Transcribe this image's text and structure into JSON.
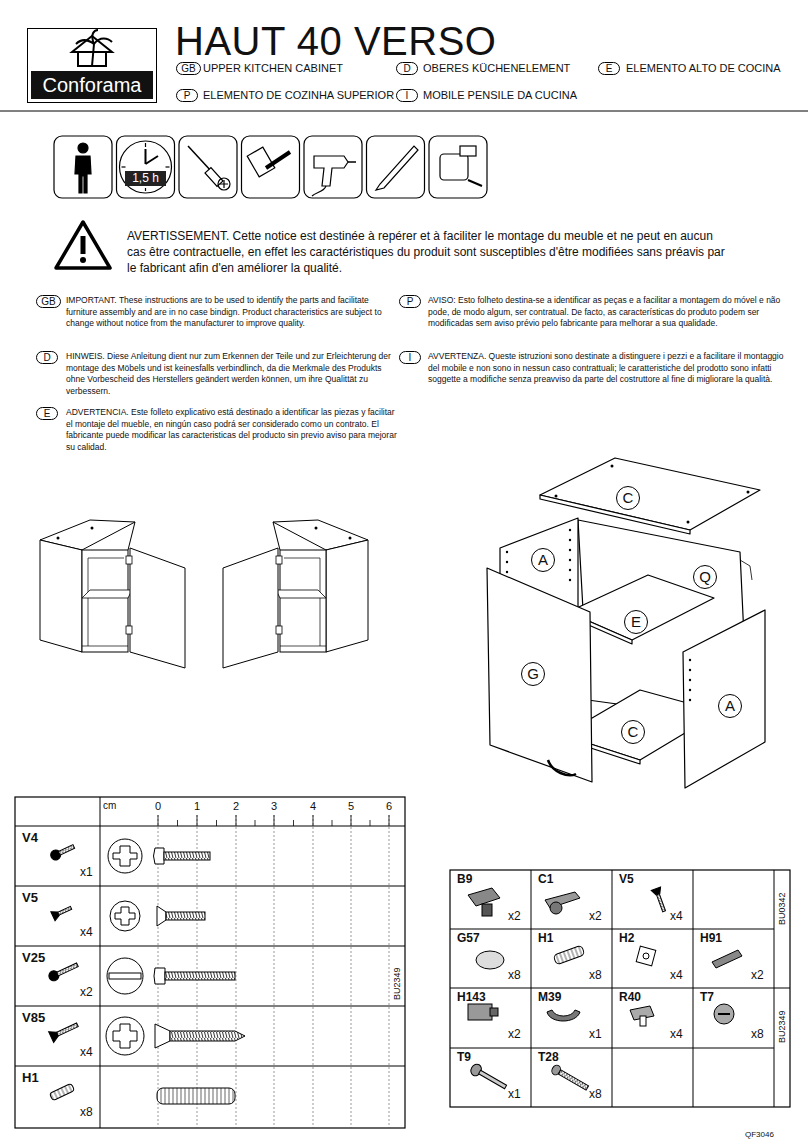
{
  "diagram": {
    "title": "HAUT 40 VERSO",
    "nodes": [
      {
        "text": [
          "Conforama"
        ]
      },
      {
        "text": [
          "GB"
        ]
      },
      {
        "text": [
          "D"
        ]
      },
      {
        "text": [
          "E"
        ]
      },
      {
        "text": [
          "P"
        ]
      },
      {
        "text": [
          "I"
        ]
      },
      {
        "text": [
          "GB"
        ]
      },
      {
        "text": [
          "P"
        ]
      },
      {
        "text": [
          "D"
        ]
      },
      {
        "text": [
          "I"
        ]
      },
      {
        "text": [
          "E"
        ]
      },
      {
        "text": [
          "1,5 h"
        ]
      },
      {
        "text": [
          "C"
        ]
      },
      {
        "text": [
          "A"
        ]
      },
      {
        "text": [
          "Q"
        ]
      },
      {
        "text": [
          "E"
        ]
      },
      {
        "text": [
          "G"
        ]
      },
      {
        "text": [
          "A"
        ]
      },
      {
        "text": [
          "C"
        ]
      }
    ],
    "labels": [
      "UPPER KITCHEN CABINET",
      "OBERES KÜCHENELEMENT",
      "ELEMENTO ALTO DE COCINA",
      "ELEMENTO DE COZINHA SUPERIOR",
      "MOBILE PENSILE DA CUCINA",
      "AVERTISSEMENT. Cette notice est destinée à repérer et à faciliter le montage du meuble et ne peut en aucun cas être contractuelle, en effet les caractéristiques du produit sont susceptibles d'être modifiées sans préavis par le fabricant afin d'en améliorer la qualité.",
      "IMPORTANT. These instructions are to be used to identify the parts and facilitate furniture assembly and are in no case bindign. Product characteristics are subject to change without notice from the manufacturer to improve quality.",
      "AVISO: Esto folheto destina-se a identificar as peças e a facilitar a montagem do móvel e não pode, de modo algum, ser contratual. De facto, as características do produto podem ser modificadas sem aviso prévio pelo fabricante para melhorar a sua qualidade.",
      "HINWEIS. Diese Anleitung dient nur zum Erkennen der Teile und zur Erleichterung der montage des Möbels und ist keinesfalls verbindlinch, da die Merkmale des Produkts ohne Vorbescheid des Herstellers geändert werden können, um ihre Qualittät zu verbessern.",
      "AVVERTENZA. Queste istruzioni sono destinate a distinguere i pezzi e a facilitare il montaggio del mobile e non sono in nessun caso contrattuali; le caratteristiche del prodotto sono infatti soggette a modifiche senza preavviso da parte del costruttore al fine di migliorare la qualità.",
      "ADVERTENCIA. Este folleto explicativo está destinado a identificar las piezas y facilitar el montaje del mueble, en ningún caso podrá ser considerado como un contrato. El fabricante puede modificar las caracteristicas del producto sin previo aviso para mejorar su calidad.",
      "cm",
      "0",
      "1",
      "2",
      "3",
      "4",
      "5",
      "6",
      "V4",
      "x1",
      "V5",
      "x4",
      "V25",
      "x2",
      "V85",
      "x4",
      "H1",
      "x8",
      "BU2349",
      "B9",
      "x2",
      "C1",
      "x2",
      "V5",
      "x4",
      "BU0342",
      "G57",
      "x8",
      "H1",
      "x8",
      "H2",
      "x4",
      "H91",
      "x2",
      "H143",
      "x2",
      "M39",
      "x1",
      "R40",
      "x4",
      "T7",
      "x8",
      "BU2349",
      "T9",
      "x1",
      "T28",
      "x8",
      "QF3046"
    ]
  }
}
